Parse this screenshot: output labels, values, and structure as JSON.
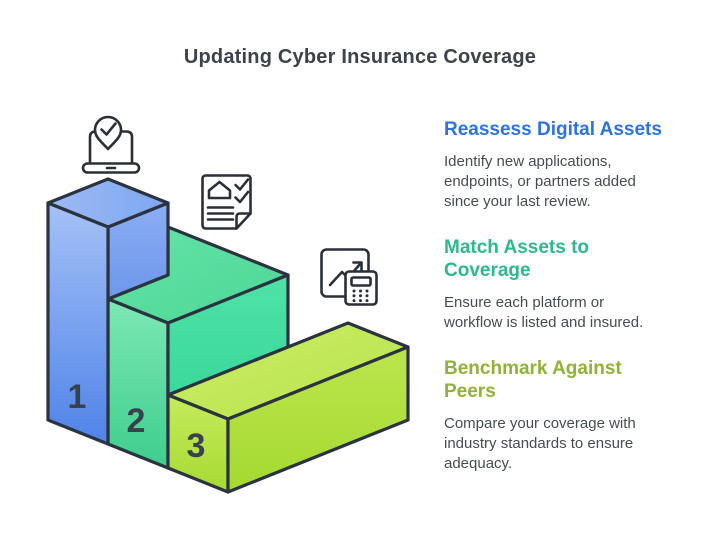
{
  "title": "Updating Cyber Insurance Coverage",
  "steps": [
    {
      "number": "1",
      "heading": "Reassess Digital Assets",
      "body": "Identify new applications, endpoints, or partners added since your last review.",
      "accent": "#2e71e1",
      "block_color": "#5e8be8",
      "icon": "laptop-location-check-icon"
    },
    {
      "number": "2",
      "heading": "Match Assets to Coverage",
      "body": "Ensure each platform or workflow is listed and insured.",
      "accent": "#2cb98b",
      "block_color": "#4ed592",
      "icon": "checklist-document-icon"
    },
    {
      "number": "3",
      "heading": "Benchmark Against Peers",
      "body": "Compare your coverage with industry standards to ensure adequacy.",
      "accent": "#8fb237",
      "block_color": "#aedc3c",
      "icon": "chart-calculator-icon"
    }
  ],
  "colors": {
    "outline": "#2b3240",
    "icon_stroke": "#2a2f38",
    "title_text": "#3d434b",
    "body_text": "#464c55",
    "number_text": "#39404e"
  }
}
